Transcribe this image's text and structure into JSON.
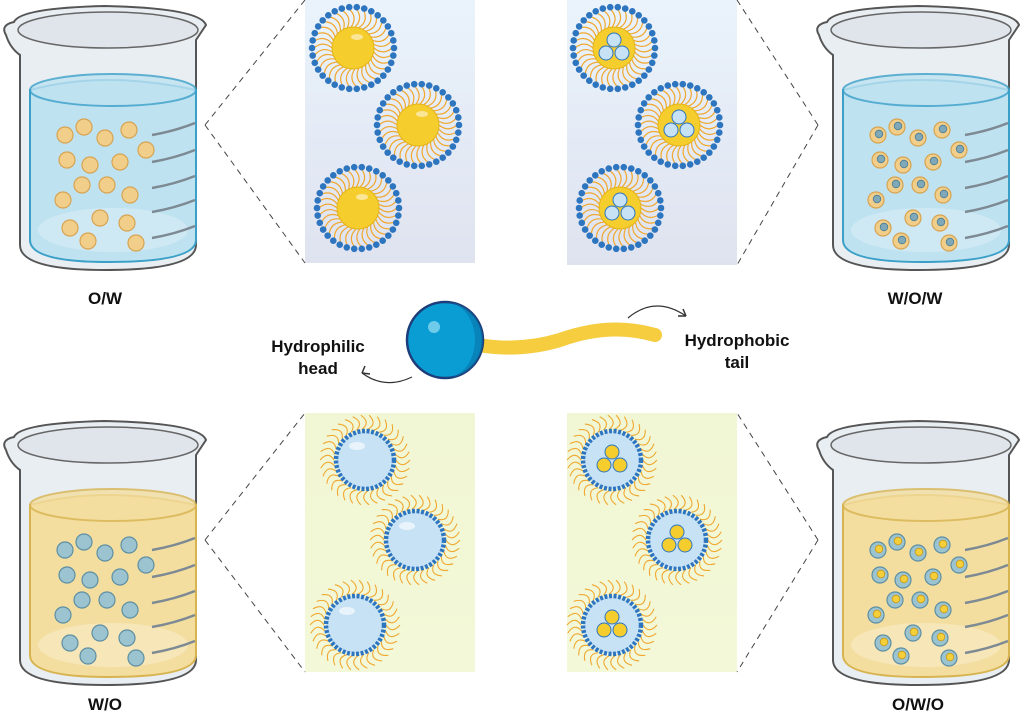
{
  "labels": {
    "ow": "O/W",
    "wow": "W/O/W",
    "wo": "W/O",
    "owo": "O/W/O",
    "hydrophilic_line1": "Hydrophilic",
    "hydrophilic_line2": "head",
    "hydrophobic_line1": "Hydrophobic",
    "hydrophobic_line2": "tail"
  },
  "colors": {
    "water": "#bfe3f2",
    "oil": "#f3dc9a",
    "head": "#2e75c0",
    "tail": "#f0a830",
    "core_oil": "#f5cd2d",
    "core_water": "#c7e2f5",
    "panel_top": "#e6eef8",
    "panel_bottom": "#f3f7d6"
  }
}
